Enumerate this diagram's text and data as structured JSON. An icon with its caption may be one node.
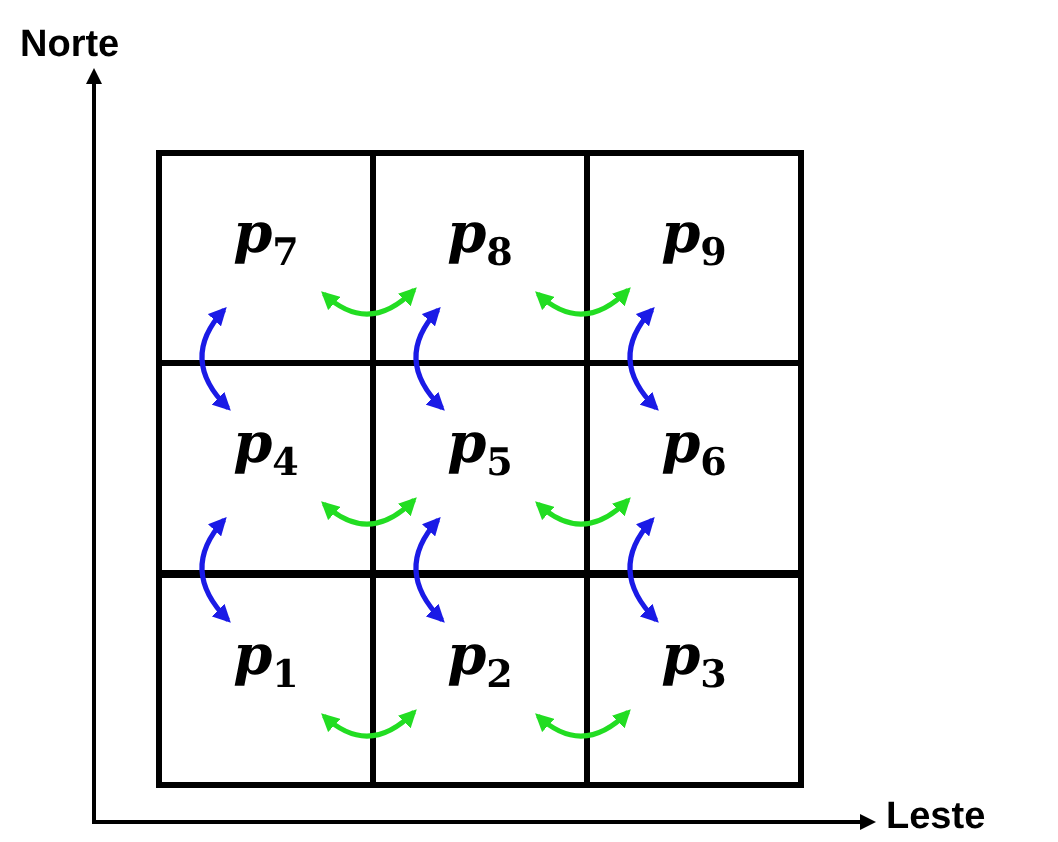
{
  "diagram": {
    "nodes": [
      {
        "text": [
          "p$_{7}$"
        ]
      },
      {
        "text": [
          "p$_{8}$"
        ]
      },
      {
        "text": [
          "p$_{9}$"
        ]
      },
      {
        "text": [
          "p$_{4}$"
        ]
      },
      {
        "text": [
          "p$_{5}$"
        ]
      },
      {
        "text": [
          "p$_{6}$"
        ]
      },
      {
        "text": [
          "p$_{1}$"
        ]
      },
      {
        "text": [
          "p$_{2}$"
        ]
      },
      {
        "text": [
          "p$_{3}$"
        ]
      }
    ],
    "edges": [
      {
        "from": 0,
        "to": 1,
        "arrow": "both",
        "color": "#22dd22"
      },
      {
        "from": 1,
        "to": 2,
        "arrow": "both",
        "color": "#22dd22"
      },
      {
        "from": 0,
        "to": 3,
        "arrow": "both",
        "color": "#1a1ae6"
      },
      {
        "from": 1,
        "to": 4,
        "arrow": "both",
        "color": "#1a1ae6"
      },
      {
        "from": 2,
        "to": 5,
        "arrow": "both",
        "color": "#1a1ae6"
      },
      {
        "from": 3,
        "to": 4,
        "arrow": "both",
        "color": "#22dd22"
      },
      {
        "from": 4,
        "to": 5,
        "arrow": "both",
        "color": "#22dd22"
      },
      {
        "from": 3,
        "to": 6,
        "arrow": "both",
        "color": "#1a1ae6"
      },
      {
        "from": 4,
        "to": 7,
        "arrow": "both",
        "color": "#1a1ae6"
      },
      {
        "from": 5,
        "to": 8,
        "arrow": "both",
        "color": "#1a1ae6"
      },
      {
        "from": 6,
        "to": 7,
        "arrow": "both",
        "color": "#22dd22"
      },
      {
        "from": 7,
        "to": 8,
        "arrow": "both",
        "color": "#22dd22"
      }
    ],
    "labels": [
      "Norte",
      "Leste"
    ]
  }
}
